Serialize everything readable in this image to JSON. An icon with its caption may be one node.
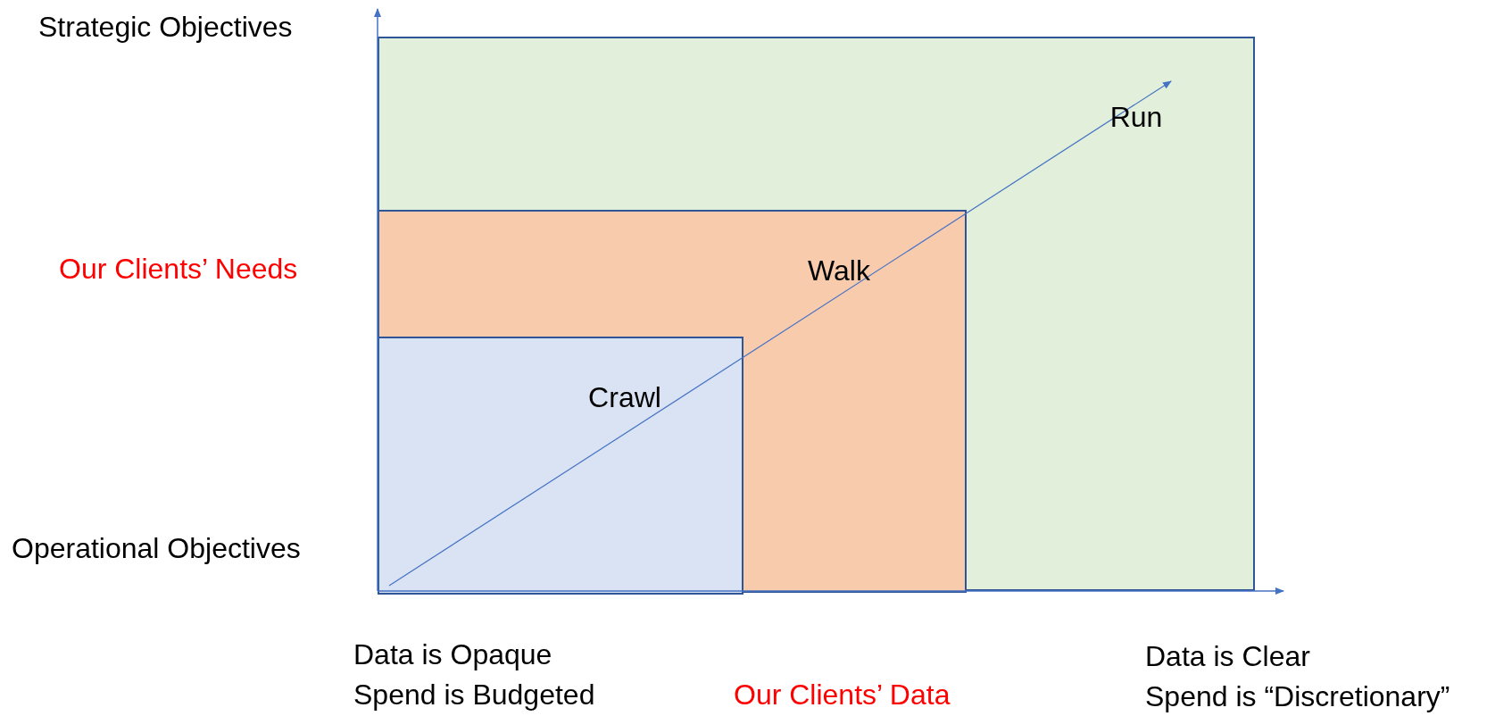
{
  "diagram": {
    "nodes": [
      {
        "text": [
          "Run"
        ]
      },
      {
        "text": [
          "Walk"
        ],
        "in": 0
      },
      {
        "text": [
          "Crawl"
        ],
        "in": 1
      }
    ],
    "edges": [
      {
        "from": 2,
        "to": 0,
        "arrow": "to"
      }
    ],
    "labels": [
      "Strategic Objectives",
      "Our Clients’ Needs",
      "Operational Objectives",
      "Data is Opaque",
      "Spend is Budgeted",
      "Our Clients’ Data",
      "Data is Clear",
      "Spend is “Discretionary”"
    ]
  }
}
